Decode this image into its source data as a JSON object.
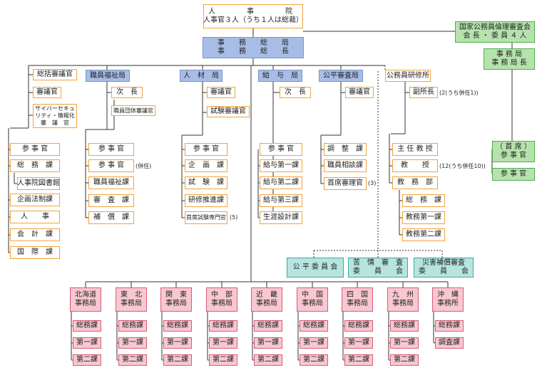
{
  "top": {
    "jinjiin_1": "人　　事　　院",
    "jinjiin_2": "人事官３人（うち１人は総裁）",
    "ethics_1": "国家公務員倫理審査会",
    "ethics_2": "会 長 ・ 委 員 ４ 人",
    "secretariat_1": "事　　務　　総　　局",
    "secretariat_2": "事　　務　　総　　長",
    "ethics_office_1": "事 務 局",
    "ethics_office_2": "事 務 局 長",
    "ethics_chief_1": "（ 首 席 ）",
    "ethics_chief_2": "参 事 官",
    "ethics_counsel": "参 事 官"
  },
  "secretariat_direct": {
    "s1": "総括審議官",
    "s2": "審議官",
    "s3_1": "サイバーセキュ",
    "s3_2": "リティ・情報化",
    "s3_3": "審　議　官",
    "d1": "参 事 官",
    "d2": "総　務　課",
    "d3": "人事院図書館",
    "d4": "企画法制課",
    "d5": "人　　事",
    "d6": "会　計　課",
    "d7": "国　際　課"
  },
  "welfare": {
    "head": "職員福祉局",
    "deputy": "次　長",
    "council": "職員団体審議官",
    "u1": "参 事 官",
    "u2": "参 事 官",
    "u2_note": "(併任)",
    "u3": "職員福祉課",
    "u4": "審　査　課",
    "u5": "補　償　課"
  },
  "hr": {
    "head": "人　材　局",
    "c1": "審議官",
    "c2": "試験審議官",
    "u1": "参 事 官",
    "u2": "企　画　課",
    "u3": "試　験　課",
    "u4": "研修推進課",
    "u5": "首席試験専門官",
    "u5_note": "(5)"
  },
  "pay": {
    "head": "給　与　局",
    "deputy": "次　長",
    "u1": "参 事 官",
    "u2": "給与第一課",
    "u3": "給与第二課",
    "u4": "給与第三課",
    "u5": "生涯設計課"
  },
  "fair": {
    "head": "公平審査局",
    "c1": "審議官",
    "u1": "調　整　課",
    "u2": "職員相談課",
    "u3": "首席審理官",
    "u3_note": "(3)"
  },
  "institute": {
    "head": "公務員研修所",
    "deputy": "副所長",
    "deputy_note": "(2(うち併任1))",
    "u1": "主 任 教 授",
    "u2": "教　　授",
    "u2_note": "(12(うち併任10))",
    "u3": "教　務　部",
    "u4": "総　務　課",
    "u5": "教務第一課",
    "u6": "教務第二課"
  },
  "committees": {
    "c1": "公 平 委 員 会",
    "c2_1": "苦　情　審　査",
    "c2_2": "委　　員　　会",
    "c3_1": "災害補償審査",
    "c3_2": "委　　員　　会"
  },
  "regional": [
    {
      "n1": "北海道",
      "n2": "事務局",
      "k": [
        "総務課",
        "第一課",
        "第二課"
      ]
    },
    {
      "n1": "東　北",
      "n2": "事務局",
      "k": [
        "総務課",
        "第一課",
        "第二課"
      ]
    },
    {
      "n1": "関　東",
      "n2": "事務局",
      "k": [
        "総務課",
        "第一課",
        "第二課"
      ]
    },
    {
      "n1": "中　部",
      "n2": "事務局",
      "k": [
        "総務課",
        "第一課",
        "第二課"
      ]
    },
    {
      "n1": "近　畿",
      "n2": "事務局",
      "k": [
        "総務課",
        "第一課",
        "第二課"
      ]
    },
    {
      "n1": "中　国",
      "n2": "事務局",
      "k": [
        "総務課",
        "第一課",
        "第二課"
      ]
    },
    {
      "n1": "四　国",
      "n2": "事務局",
      "k": [
        "総務課",
        "第一課",
        "第二課"
      ]
    },
    {
      "n1": "九　州",
      "n2": "事務局",
      "k": [
        "総務課",
        "第一課",
        "第二課"
      ]
    },
    {
      "n1": "沖　縄",
      "n2": "事務所",
      "k": [
        "総務課",
        "調査課"
      ]
    }
  ],
  "colors": {
    "orange": "#f2a23a",
    "blue": "#a8bde6",
    "green": "#b6e3ad",
    "pink": "#f7c8d1",
    "teal": "#b8e4e0"
  }
}
